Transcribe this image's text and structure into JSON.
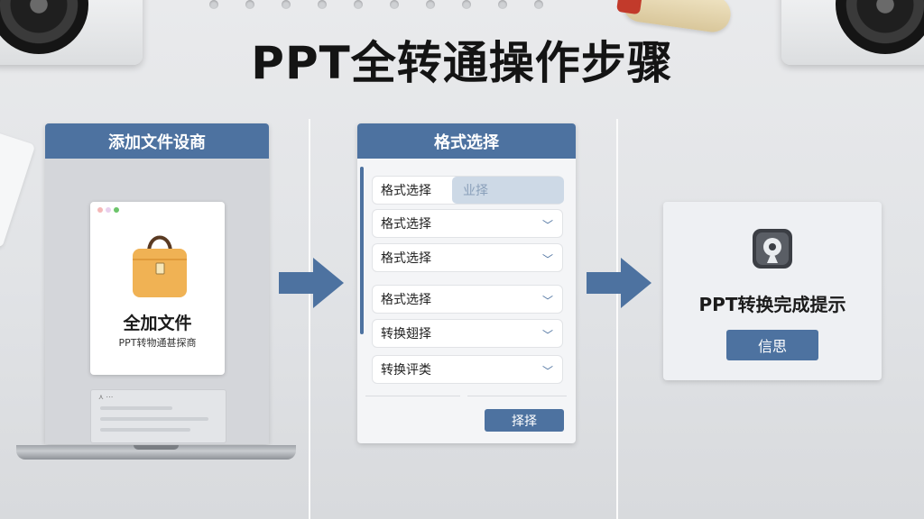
{
  "page": {
    "title": "PPT全转通操作步骤"
  },
  "panel_add": {
    "header": "添加文件设商",
    "card_title": "全加文件",
    "card_subtitle": "PPT转物通甚探商"
  },
  "panel_format": {
    "header": "格式选择",
    "rows": [
      {
        "label": "格式选择",
        "value": "业择"
      },
      {
        "label": "格式选择"
      },
      {
        "label": "格式选择"
      },
      {
        "label": "格式选择"
      },
      {
        "label": "转换翅择"
      },
      {
        "label": "转换评类"
      }
    ],
    "button": "择择"
  },
  "panel_done": {
    "title": "PPT转换完成提示",
    "button": "信思"
  },
  "colors": {
    "accent": "#4d72a0",
    "background": "#e4e6e9"
  },
  "icons": {
    "file": "bag-file-icon",
    "chevron": "chevron-down-icon",
    "arrow": "right-arrow-icon",
    "done": "completion-badge-icon"
  }
}
